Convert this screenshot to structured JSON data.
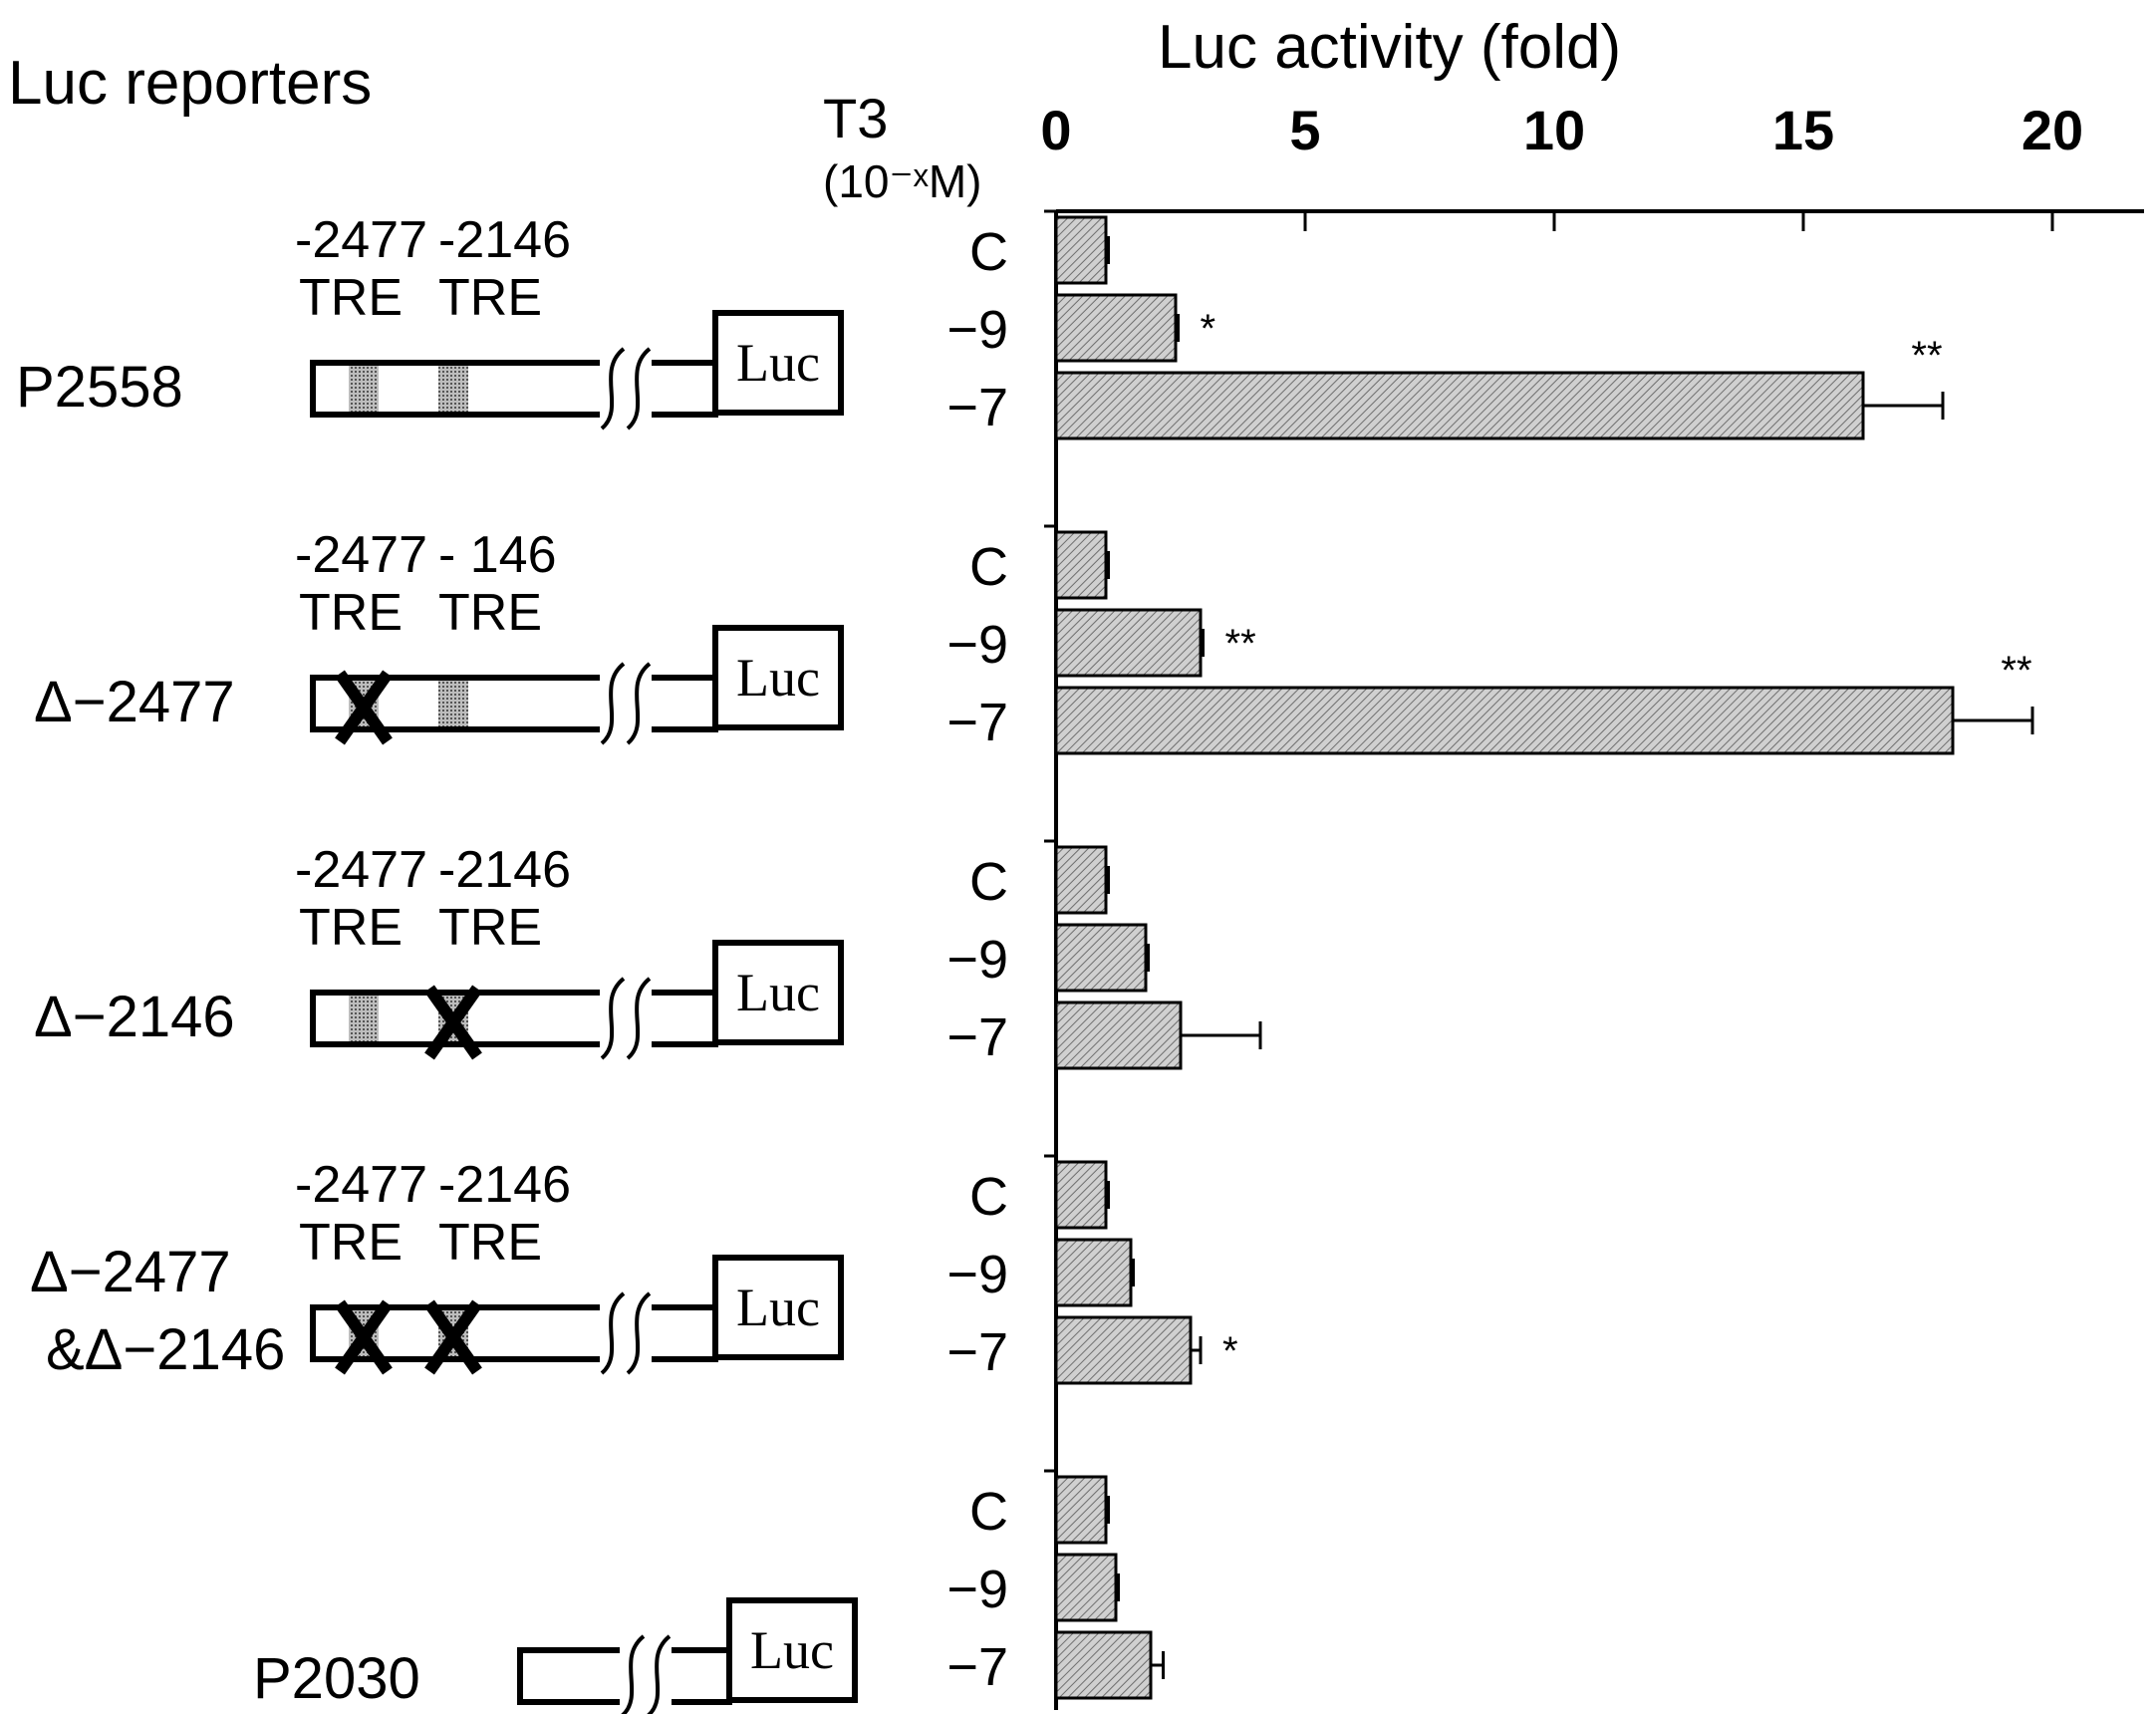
{
  "panel_title": "Luc reporters",
  "chart_data": {
    "type": "bar",
    "orientation": "horizontal",
    "title": "Luc activity (fold)",
    "xlabel": "Luc activity (fold)",
    "xlim": [
      0,
      22
    ],
    "xticks": [
      0,
      5,
      10,
      15,
      20
    ],
    "dose_axis_label": "T3",
    "dose_axis_unit": "(10⁻ˣM)",
    "groups": [
      {
        "construct": "P2558",
        "construct_lines": [
          "P2558"
        ],
        "tre_labels": [
          "-2477",
          "-2146",
          "TRE",
          "TRE"
        ],
        "tre_deleted": [
          false,
          false
        ],
        "bars": [
          {
            "dose": "C",
            "value": 1.0,
            "error": 0.05,
            "sig": ""
          },
          {
            "dose": "−9",
            "value": 2.4,
            "error": 0.05,
            "sig": "*"
          },
          {
            "dose": "−7",
            "value": 16.2,
            "error": 1.6,
            "sig": "**"
          }
        ]
      },
      {
        "construct": "Δ−2477",
        "construct_lines": [
          "Δ−2477"
        ],
        "tre_labels": [
          "-2477",
          "- 146",
          "TRE",
          "TRE"
        ],
        "tre_deleted": [
          true,
          false
        ],
        "bars": [
          {
            "dose": "C",
            "value": 1.0,
            "error": 0.05,
            "sig": ""
          },
          {
            "dose": "−9",
            "value": 2.9,
            "error": 0.05,
            "sig": "**"
          },
          {
            "dose": "−7",
            "value": 18.0,
            "error": 1.6,
            "sig": "**"
          }
        ]
      },
      {
        "construct": "Δ−2146",
        "construct_lines": [
          "Δ−2146"
        ],
        "tre_labels": [
          "-2477",
          "-2146",
          "TRE",
          "TRE"
        ],
        "tre_deleted": [
          false,
          true
        ],
        "bars": [
          {
            "dose": "C",
            "value": 1.0,
            "error": 0.05,
            "sig": ""
          },
          {
            "dose": "−9",
            "value": 1.8,
            "error": 0.05,
            "sig": ""
          },
          {
            "dose": "−7",
            "value": 2.5,
            "error": 1.6,
            "sig": ""
          }
        ]
      },
      {
        "construct": "Δ−2477 &Δ−2146",
        "construct_lines": [
          "Δ−2477",
          "&Δ−2146"
        ],
        "tre_labels": [
          "-2477",
          "-2146",
          "TRE",
          "TRE"
        ],
        "tre_deleted": [
          true,
          true
        ],
        "bars": [
          {
            "dose": "C",
            "value": 1.0,
            "error": 0.05,
            "sig": ""
          },
          {
            "dose": "−9",
            "value": 1.5,
            "error": 0.05,
            "sig": ""
          },
          {
            "dose": "−7",
            "value": 2.7,
            "error": 0.2,
            "sig": "*"
          }
        ]
      },
      {
        "construct": "P2030",
        "construct_lines": [
          "P2030"
        ],
        "tre_labels": [],
        "tre_deleted": [],
        "bars": [
          {
            "dose": "C",
            "value": 1.0,
            "error": 0.05,
            "sig": ""
          },
          {
            "dose": "−9",
            "value": 1.2,
            "error": 0.05,
            "sig": ""
          },
          {
            "dose": "−7",
            "value": 1.9,
            "error": 0.25,
            "sig": ""
          }
        ]
      }
    ],
    "reporter_box_label": "Luc",
    "bar_fill": "#c8c8c8",
    "bar_hatch": "diagonal",
    "tre_fill": "#9a9a9a"
  }
}
